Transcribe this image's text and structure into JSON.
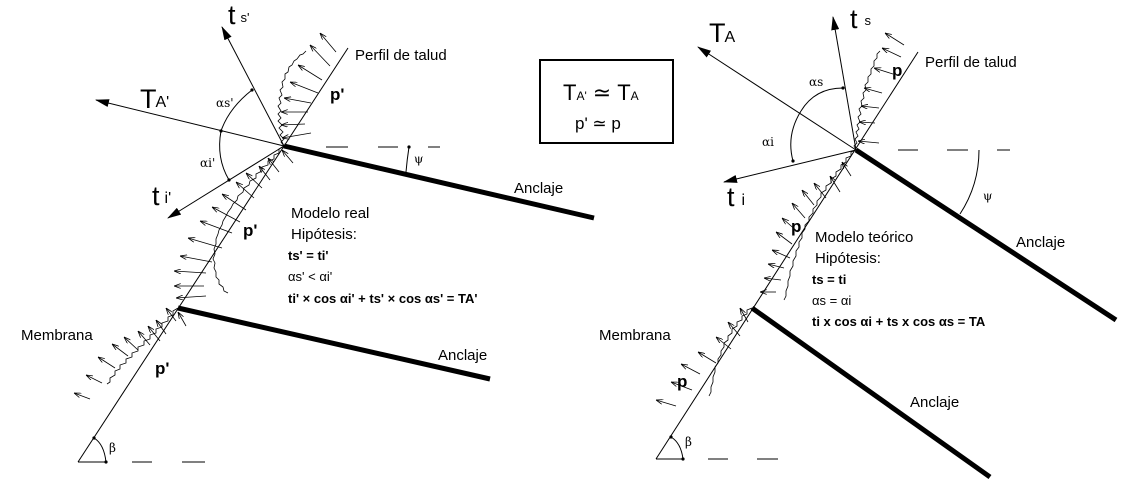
{
  "left_panel": {
    "title": "Modelo real",
    "hyp_label": "Hipótesis:",
    "eq1": "ts' = ti'",
    "eq2": "αs' < αi'",
    "eq3": "ti' × cos αi' + ts' × cos αs' = TA'",
    "t_s": "t",
    "t_s_sub": "s'",
    "t_i": "t",
    "t_i_sub": "i'",
    "T_A": "T",
    "T_A_sub": "A'",
    "alpha_s": "αs'",
    "alpha_i": "αi'",
    "p_top": "p'",
    "p_mid": "p'",
    "p_bot": "p'",
    "psi": "ψ",
    "beta": "β",
    "perfil": "Perfil de talud",
    "anclaje_1": "Anclaje",
    "anclaje_2": "Anclaje",
    "membrana": "Membrana"
  },
  "center_box": {
    "line1_T": "T",
    "line1_sub1": "A'",
    "line1_approx": "≃",
    "line1_T2": "T",
    "line1_sub2": "A",
    "line2": "p' ≃ p"
  },
  "right_panel": {
    "title": "Modelo teórico",
    "hyp_label": "Hipótesis:",
    "eq1": "ts = ti",
    "eq2": "αs = αi",
    "eq3": "ti x cos αi + ts x cos αs = TA",
    "t_s": "t",
    "t_s_sub": "s",
    "t_i": "t",
    "t_i_sub": "i",
    "T_A": "T",
    "T_A_sub": "A",
    "alpha_s": "αs",
    "alpha_i": "αi",
    "p_top": "p",
    "p_mid": "p",
    "p_bot": "p",
    "psi": "ψ",
    "beta": "β",
    "perfil": "Perfil de talud",
    "anclaje_1": "Anclaje",
    "anclaje_2": "Anclaje",
    "membrana": "Membrana"
  }
}
